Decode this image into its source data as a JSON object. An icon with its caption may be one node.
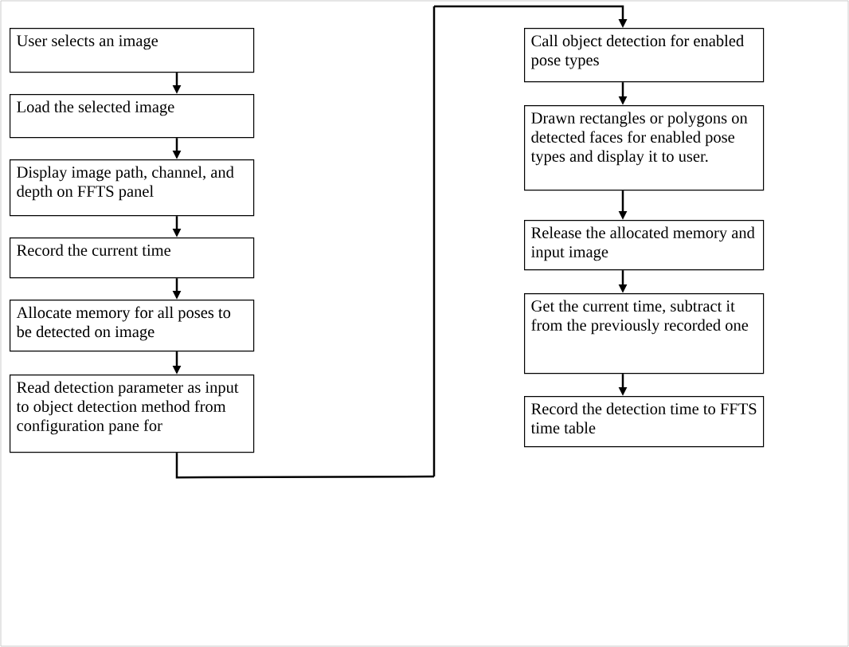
{
  "diagram": {
    "nodes": [
      {
        "text": [
          "User selects an image"
        ]
      },
      {
        "text": [
          "Load the selected image"
        ]
      },
      {
        "text": [
          "Display image path, channel, and depth on FFTS panel"
        ]
      },
      {
        "text": [
          "Record the current time"
        ]
      },
      {
        "text": [
          "Allocate memory for all poses to be detected on image"
        ]
      },
      {
        "text": [
          "Read detection parameter as input to object detection method from configuration pane for"
        ]
      },
      {
        "text": [
          "Call object detection for enabled pose types"
        ]
      },
      {
        "text": [
          "Drawn rectangles or polygons on detected faces for enabled pose types and display it to user."
        ]
      },
      {
        "text": [
          "Release the allocated memory and input image"
        ]
      },
      {
        "text": [
          "Get the current time, subtract it from the previously recorded one"
        ]
      },
      {
        "text": [
          "Record the detection time to FFTS time table"
        ]
      }
    ],
    "edges": [
      {
        "from": 0,
        "to": 1,
        "arrow": "to"
      },
      {
        "from": 1,
        "to": 2,
        "arrow": "to"
      },
      {
        "from": 2,
        "to": 3,
        "arrow": "to"
      },
      {
        "from": 3,
        "to": 4,
        "arrow": "to"
      },
      {
        "from": 4,
        "to": 5,
        "arrow": "to"
      },
      {
        "from": 5,
        "to": 6,
        "arrow": "to"
      },
      {
        "from": 6,
        "to": 7,
        "arrow": "to"
      },
      {
        "from": 7,
        "to": 8,
        "arrow": "to"
      },
      {
        "from": 8,
        "to": 9,
        "arrow": "to"
      },
      {
        "from": 9,
        "to": 10,
        "arrow": "to"
      }
    ]
  }
}
